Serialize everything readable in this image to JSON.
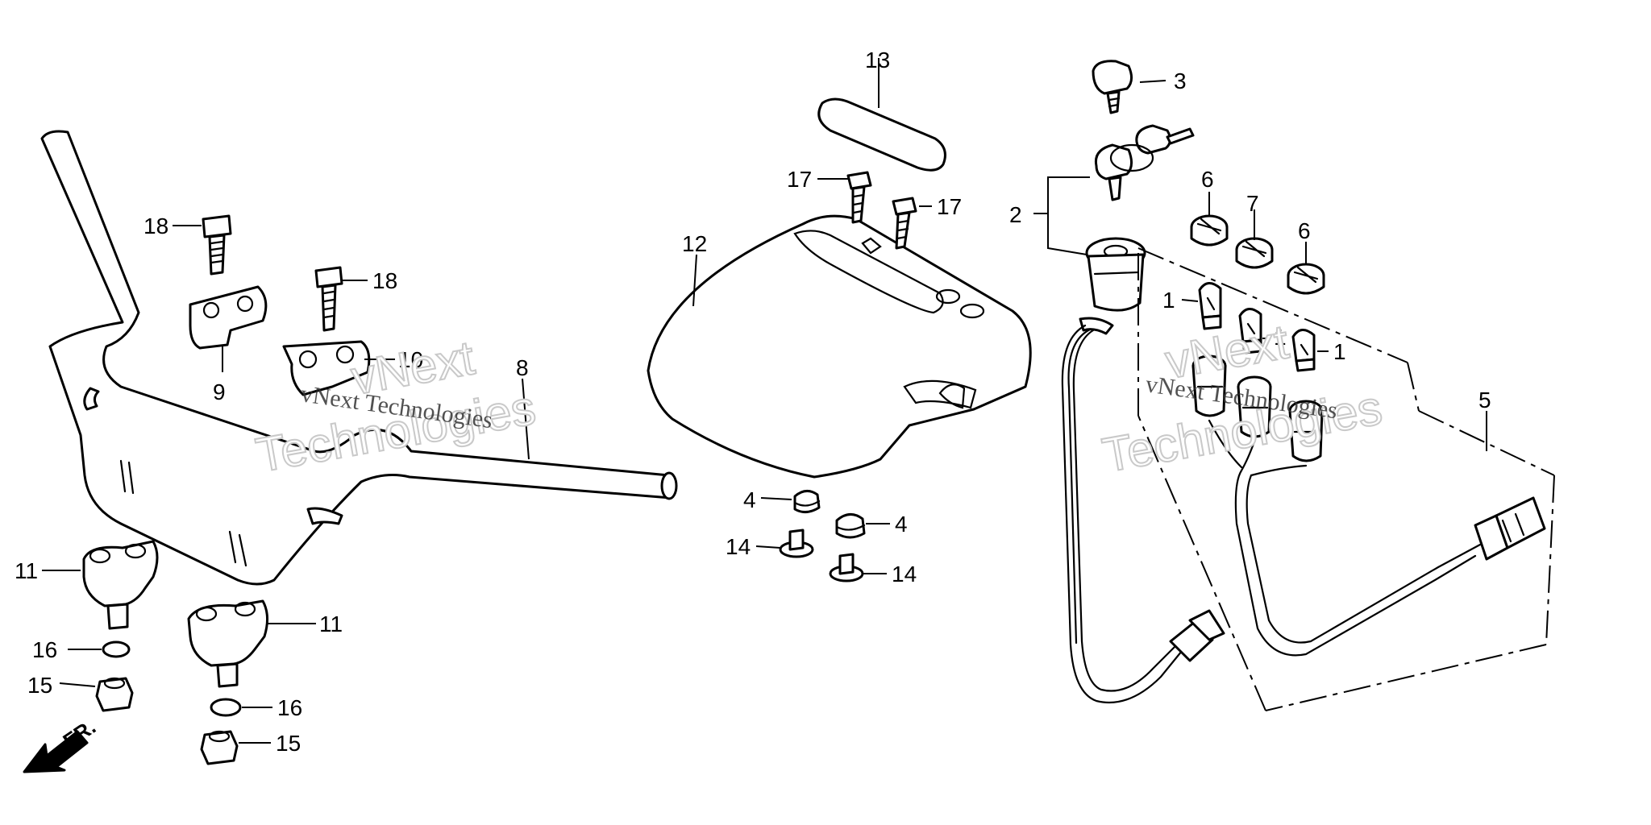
{
  "callouts": {
    "c1a": "1",
    "c1b": "1",
    "c1c": "1",
    "c2": "2",
    "c3": "3",
    "c4a": "4",
    "c4b": "4",
    "c5": "5",
    "c6a": "6",
    "c6b": "6",
    "c7": "7",
    "c8": "8",
    "c9": "9",
    "c10": "10",
    "c11a": "11",
    "c11b": "11",
    "c12": "12",
    "c13": "13",
    "c14a": "14",
    "c14b": "14",
    "c15a": "15",
    "c15b": "15",
    "c16a": "16",
    "c16b": "16",
    "c17a": "17",
    "c17b": "17",
    "c18a": "18",
    "c18b": "18"
  },
  "watermark": {
    "small_text": "vNext Technologies",
    "big_line1": "vNext",
    "big_line2": "Technologies"
  },
  "front_arrow": {
    "label": "FR."
  }
}
